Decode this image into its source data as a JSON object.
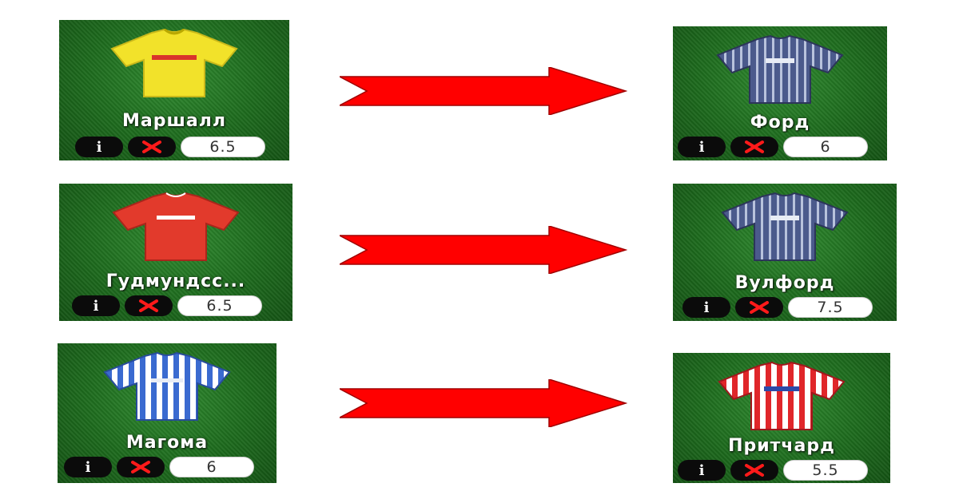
{
  "colors": {
    "arrow": "#ff0000",
    "pitch": "#1d6a1d",
    "button_bg": "#0b0b0b",
    "remove_icon": "#ff1a1a"
  },
  "transfers": [
    {
      "out": {
        "name": "Маршалл",
        "price": "6.5",
        "kit": "yellow-shirt-icon",
        "info_label": "i"
      },
      "in": {
        "name": "Форд",
        "price": "6",
        "kit": "navy-stripe-shirt-icon",
        "info_label": "i"
      }
    },
    {
      "out": {
        "name": "Гудмундсс...",
        "price": "6.5",
        "kit": "red-shirt-icon",
        "info_label": "i"
      },
      "in": {
        "name": "Вулфорд",
        "price": "7.5",
        "kit": "navy-stripe-shirt-icon",
        "info_label": "i"
      }
    },
    {
      "out": {
        "name": "Магома",
        "price": "6",
        "kit": "blue-white-stripe-shirt-icon",
        "info_label": "i"
      },
      "in": {
        "name": "Притчард",
        "price": "5.5",
        "kit": "red-white-stripe-shirt-icon",
        "info_label": "i"
      }
    }
  ]
}
